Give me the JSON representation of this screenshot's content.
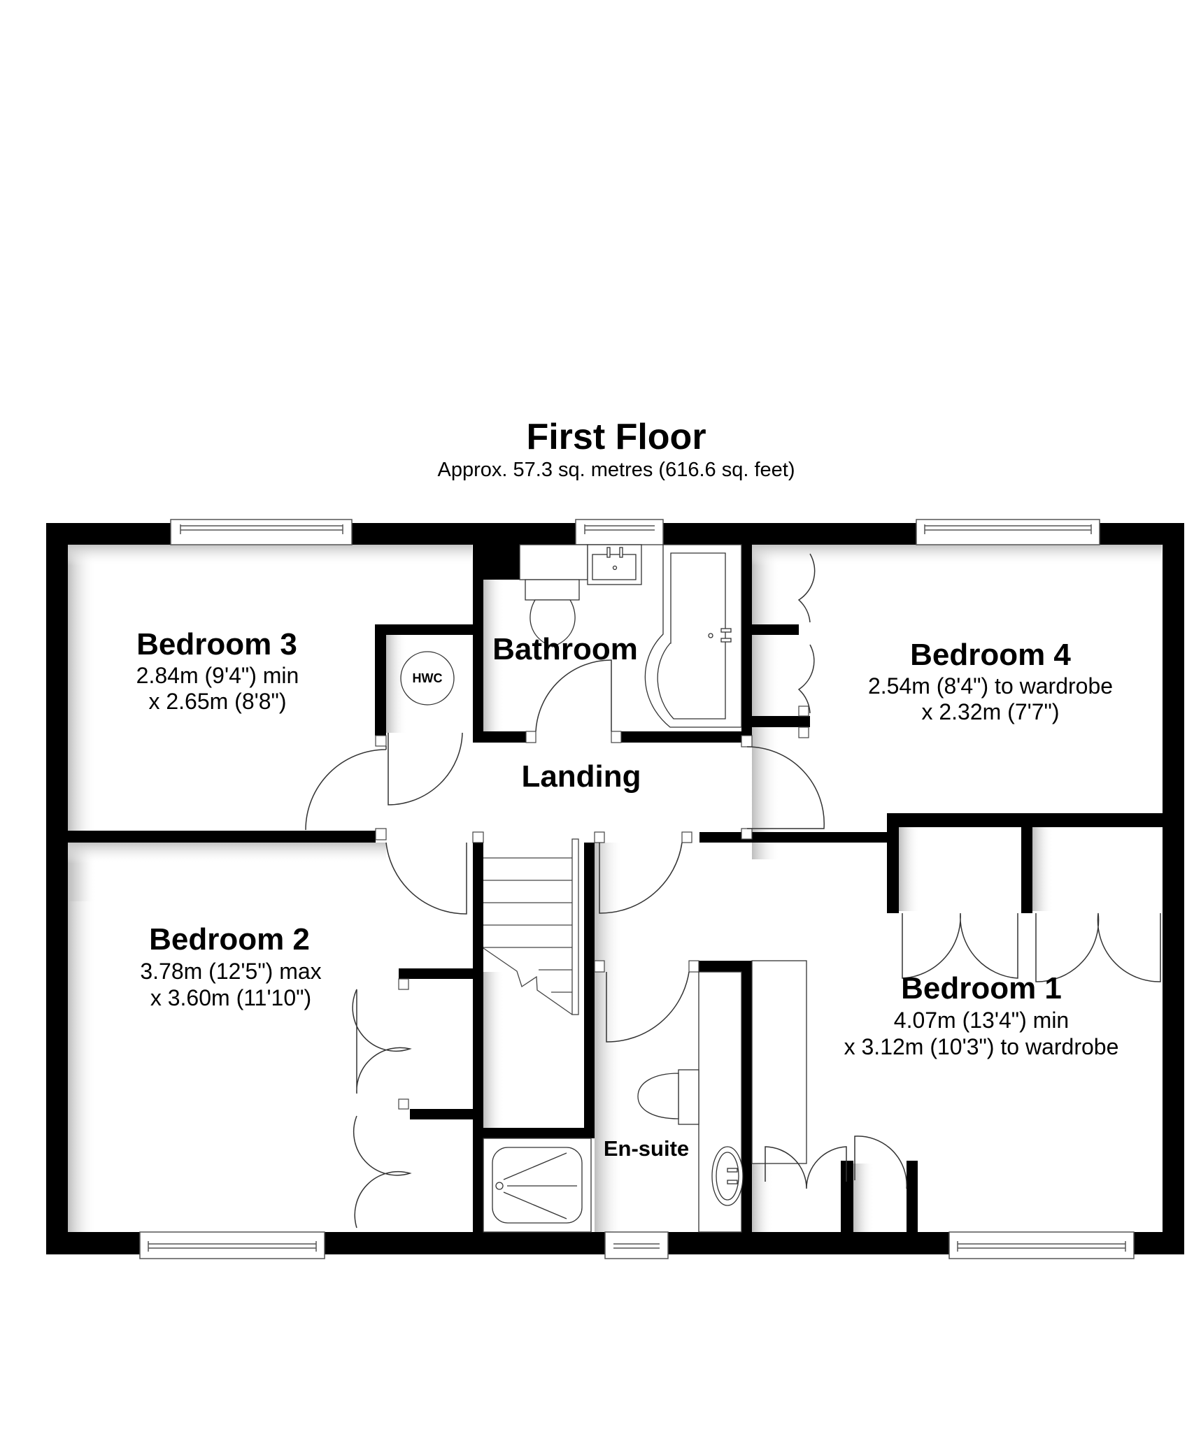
{
  "header": {
    "title": "First Floor",
    "subtitle": "Approx. 57.3 sq. metres (616.6 sq. feet)"
  },
  "rooms": [
    {
      "id": "bedroom-3",
      "name": "Bedroom 3",
      "dim1": "2.84m (9'4\") min",
      "dim2": "x 2.65m (8'8\")"
    },
    {
      "id": "bathroom",
      "name": "Bathroom"
    },
    {
      "id": "bedroom-4",
      "name": "Bedroom 4",
      "dim1": "2.54m (8'4\") to wardrobe",
      "dim2": "x 2.32m (7'7\")"
    },
    {
      "id": "landing",
      "name": "Landing"
    },
    {
      "id": "bedroom-2",
      "name": "Bedroom 2",
      "dim1": "3.78m (12'5\") max",
      "dim2": "x 3.60m (11'10\")"
    },
    {
      "id": "bedroom-1",
      "name": "Bedroom 1",
      "dim1": "4.07m (13'4\") min",
      "dim2": "x 3.12m (10'3\") to wardrobe"
    },
    {
      "id": "en-suite",
      "name": "En-suite"
    }
  ],
  "fixtures": {
    "hwc_label": "HWC"
  },
  "colors": {
    "wall": "#000000",
    "floor": "#ffffff",
    "line": "#333333"
  }
}
